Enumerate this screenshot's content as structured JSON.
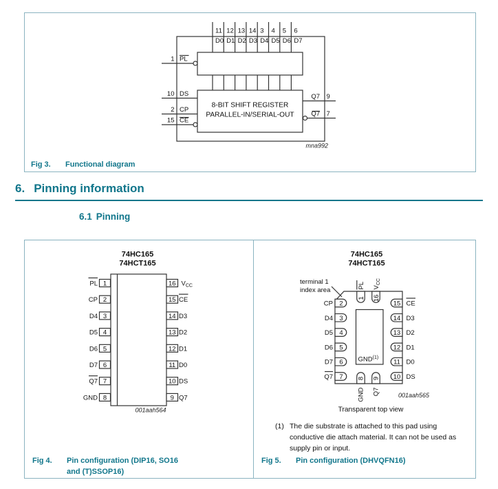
{
  "page": {
    "accent_teal": "#11768b",
    "box_border": "#8ab3c0",
    "diagram_line_color": "#333333"
  },
  "section": {
    "number": "6.",
    "title": "Pinning information"
  },
  "subsection": {
    "number": "6.1",
    "title": "Pinning"
  },
  "fig3": {
    "caption_label": "Fig 3.",
    "caption_text": "Functional diagram",
    "watermark": "mna992",
    "block_line1": "8-BIT SHIFT REGISTER",
    "block_line2": "PARALLEL-IN/SERIAL-OUT",
    "top_pins": [
      {
        "num": "11",
        "name": "D0"
      },
      {
        "num": "12",
        "name": "D1"
      },
      {
        "num": "13",
        "name": "D2"
      },
      {
        "num": "14",
        "name": "D3"
      },
      {
        "num": "3",
        "name": "D4"
      },
      {
        "num": "4",
        "name": "D5"
      },
      {
        "num": "5",
        "name": "D6"
      },
      {
        "num": "6",
        "name": "D7"
      }
    ],
    "left_pins": [
      {
        "num": "1",
        "name": "PL",
        "inverted": true
      },
      {
        "num": "10",
        "name": "DS",
        "inverted": false
      },
      {
        "num": "2",
        "name": "CP",
        "inverted": false
      },
      {
        "num": "15",
        "name": "CE",
        "inverted": true
      }
    ],
    "right_pins": [
      {
        "num": "9",
        "name": "Q7",
        "inverted": false
      },
      {
        "num": "7",
        "name": "Q7",
        "inverted": true
      }
    ]
  },
  "fig4": {
    "title_line1": "74HC165",
    "title_line2": "74HCT165",
    "left_pins": [
      {
        "num": "1",
        "label": "PL",
        "inverted": true
      },
      {
        "num": "2",
        "label": "CP"
      },
      {
        "num": "3",
        "label": "D4"
      },
      {
        "num": "4",
        "label": "D5"
      },
      {
        "num": "5",
        "label": "D6"
      },
      {
        "num": "6",
        "label": "D7"
      },
      {
        "num": "7",
        "label": "Q7",
        "inverted": true
      },
      {
        "num": "8",
        "label": "GND"
      }
    ],
    "right_pins": [
      {
        "num": "16",
        "label": "V",
        "sub": "CC"
      },
      {
        "num": "15",
        "label": "CE",
        "inverted": true
      },
      {
        "num": "14",
        "label": "D3"
      },
      {
        "num": "13",
        "label": "D2"
      },
      {
        "num": "12",
        "label": "D1"
      },
      {
        "num": "11",
        "label": "D0"
      },
      {
        "num": "10",
        "label": "DS"
      },
      {
        "num": "9",
        "label": "Q7"
      }
    ],
    "watermark": "001aah564",
    "caption_label": "Fig 4.",
    "caption_line1": "Pin configuration (DIP16, SO16",
    "caption_line2": "and (T)SSOP16)"
  },
  "fig5": {
    "title_line1": "74HC165",
    "title_line2": "74HCT165",
    "annotation_line1": "terminal 1",
    "annotation_line2": "index area",
    "top_pins": [
      {
        "num": "1",
        "label": "PL",
        "inverted": true
      },
      {
        "num": "16",
        "label": "V",
        "sub": "CC"
      }
    ],
    "left_pins": [
      {
        "num": "2",
        "label": "CP"
      },
      {
        "num": "3",
        "label": "D4"
      },
      {
        "num": "4",
        "label": "D5"
      },
      {
        "num": "5",
        "label": "D6"
      },
      {
        "num": "6",
        "label": "D7"
      },
      {
        "num": "7",
        "label": "Q7",
        "inverted": true
      }
    ],
    "right_pins": [
      {
        "num": "15",
        "label": "CE",
        "inverted": true
      },
      {
        "num": "14",
        "label": "D3"
      },
      {
        "num": "13",
        "label": "D2"
      },
      {
        "num": "12",
        "label": "D1"
      },
      {
        "num": "11",
        "label": "D0"
      },
      {
        "num": "10",
        "label": "DS"
      }
    ],
    "bottom_pins": [
      {
        "num": "8",
        "label": "GND"
      },
      {
        "num": "9",
        "label": "Q7"
      }
    ],
    "pad_label": "GND",
    "pad_sup": "(1)",
    "view_note": "Transparent top view",
    "watermark": "001aah565",
    "footnote": {
      "num": "(1)",
      "line1": "The die substrate is attached to this pad using",
      "line2": "conductive die attach material. It can not be used as",
      "line3": "supply pin or input."
    },
    "caption_label": "Fig 5.",
    "caption_text": "Pin configuration (DHVQFN16)"
  }
}
